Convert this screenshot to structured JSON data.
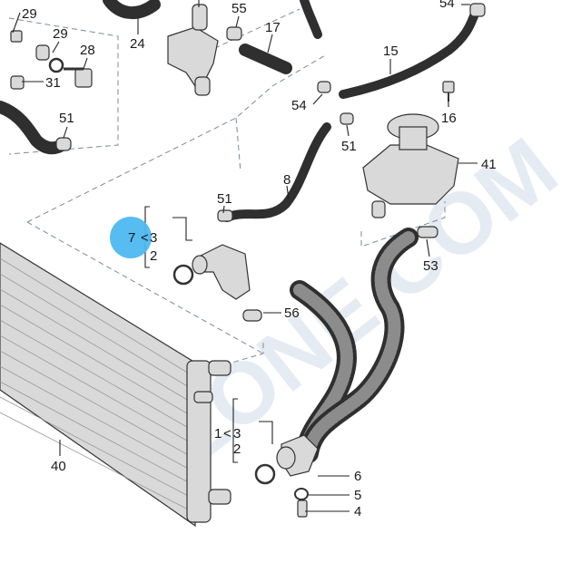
{
  "diagram": {
    "watermark": "7ZONE.COM",
    "highlight_color": "#4db8f0",
    "callouts": {
      "c1": "1",
      "c2a": "2",
      "c2b": "2",
      "c3a": "3",
      "c3b": "3",
      "c4": "4",
      "c5": "5",
      "c6": "6",
      "c7": "7",
      "c8": "8",
      "c15": "15",
      "c16": "16",
      "c17": "17",
      "c24": "24",
      "c28": "28",
      "c29a": "29",
      "c29b": "29",
      "c31": "31",
      "c40": "40",
      "c41": "41",
      "c51a": "51",
      "c51b": "51",
      "c51c": "51",
      "c53": "53",
      "c54a": "54",
      "c54b": "54",
      "c55": "55",
      "c56": "56"
    }
  }
}
